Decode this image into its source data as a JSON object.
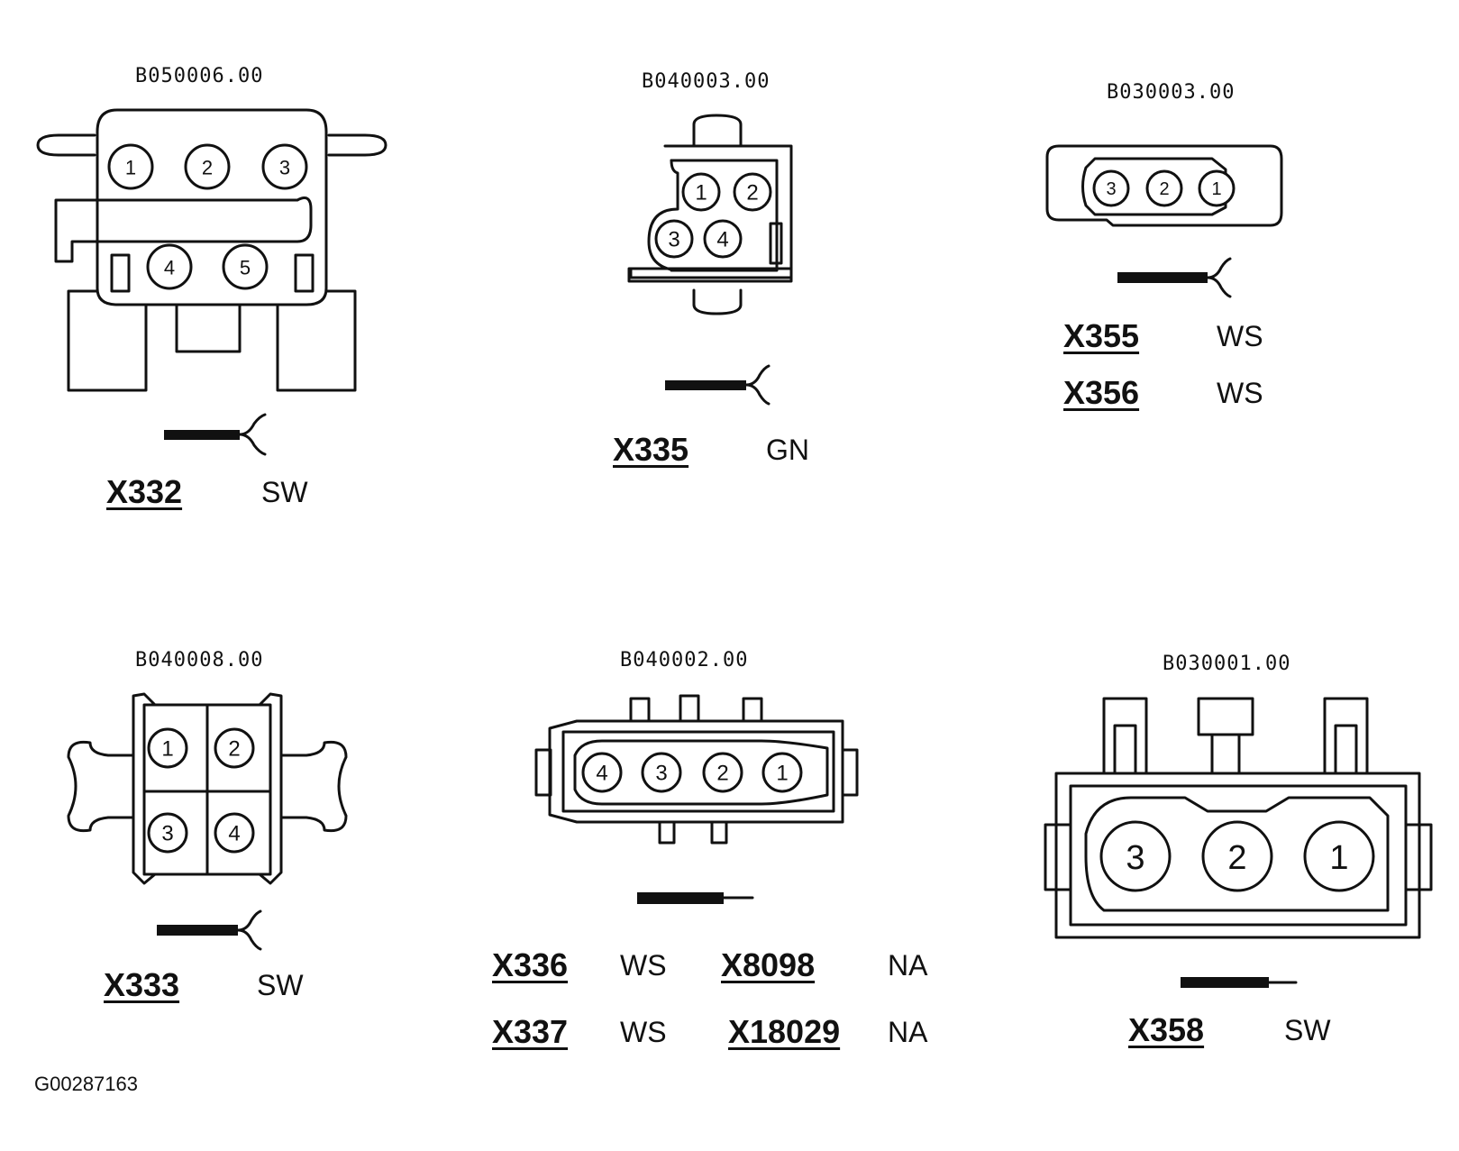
{
  "connectors": [
    {
      "part_number": "B050006.00",
      "pins": [
        "1",
        "2",
        "3",
        "4",
        "5"
      ],
      "labels": [
        {
          "code": "X332",
          "color": "SW"
        }
      ]
    },
    {
      "part_number": "B040003.00",
      "pins": [
        "1",
        "2",
        "3",
        "4"
      ],
      "labels": [
        {
          "code": "X335",
          "color": "GN"
        }
      ]
    },
    {
      "part_number": "B030003.00",
      "pins": [
        "3",
        "2",
        "1"
      ],
      "labels": [
        {
          "code": "X355",
          "color": "WS"
        },
        {
          "code": "X356",
          "color": "WS"
        }
      ]
    },
    {
      "part_number": "B040008.00",
      "pins": [
        "1",
        "2",
        "3",
        "4"
      ],
      "labels": [
        {
          "code": "X333",
          "color": "SW"
        }
      ]
    },
    {
      "part_number": "B040002.00",
      "pins": [
        "4",
        "3",
        "2",
        "1"
      ],
      "labels": [
        {
          "code": "X336",
          "color": "WS"
        },
        {
          "code": "X8098",
          "color": "NA"
        },
        {
          "code": "X337",
          "color": "WS"
        },
        {
          "code": "X18029",
          "color": "NA"
        }
      ]
    },
    {
      "part_number": "B030001.00",
      "pins": [
        "3",
        "2",
        "1"
      ],
      "labels": [
        {
          "code": "X358",
          "color": "SW"
        }
      ]
    }
  ],
  "figure_id": "G00287163"
}
